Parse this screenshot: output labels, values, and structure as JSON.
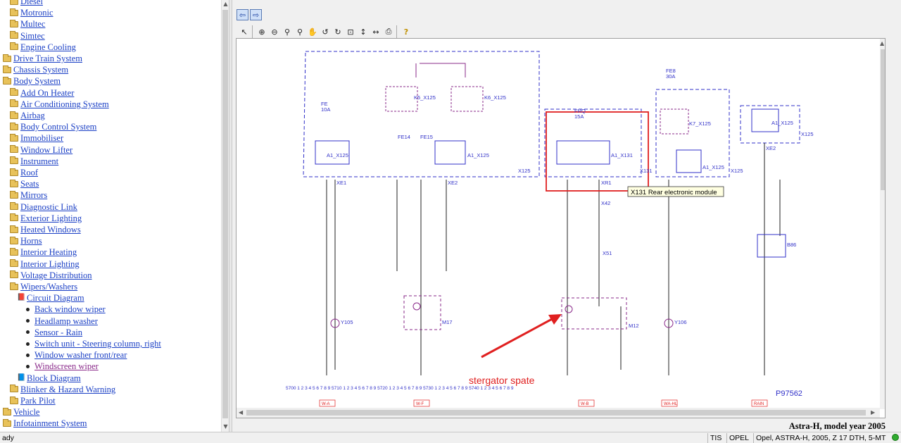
{
  "tree": {
    "items": [
      {
        "label": "Diesel",
        "level": 1,
        "icon": "folder"
      },
      {
        "label": "Motronic",
        "level": 1,
        "icon": "folder"
      },
      {
        "label": "Multec",
        "level": 1,
        "icon": "folder"
      },
      {
        "label": "Simtec",
        "level": 1,
        "icon": "folder"
      },
      {
        "label": "Engine Cooling",
        "level": 1,
        "icon": "folder"
      },
      {
        "label": "Drive Train System",
        "level": 0,
        "icon": "folder"
      },
      {
        "label": "Chassis System",
        "level": 0,
        "icon": "folder"
      },
      {
        "label": "Body System",
        "level": 0,
        "icon": "folder"
      },
      {
        "label": "Add On Heater",
        "level": 1,
        "icon": "folder"
      },
      {
        "label": "Air Conditioning System",
        "level": 1,
        "icon": "folder"
      },
      {
        "label": "Airbag",
        "level": 1,
        "icon": "folder"
      },
      {
        "label": "Body Control System",
        "level": 1,
        "icon": "folder"
      },
      {
        "label": "Immobiliser",
        "level": 1,
        "icon": "folder"
      },
      {
        "label": "Window Lifter",
        "level": 1,
        "icon": "folder"
      },
      {
        "label": "Instrument",
        "level": 1,
        "icon": "folder"
      },
      {
        "label": "Roof",
        "level": 1,
        "icon": "folder"
      },
      {
        "label": "Seats",
        "level": 1,
        "icon": "folder"
      },
      {
        "label": "Mirrors",
        "level": 1,
        "icon": "folder"
      },
      {
        "label": "Diagnostic Link",
        "level": 1,
        "icon": "folder"
      },
      {
        "label": "Exterior Lighting",
        "level": 1,
        "icon": "folder"
      },
      {
        "label": "Heated Windows",
        "level": 1,
        "icon": "folder"
      },
      {
        "label": "Horns",
        "level": 1,
        "icon": "folder"
      },
      {
        "label": "Interior Heating",
        "level": 1,
        "icon": "folder"
      },
      {
        "label": "Interior Lighting",
        "level": 1,
        "icon": "folder"
      },
      {
        "label": "Voltage Distribution",
        "level": 1,
        "icon": "folder"
      },
      {
        "label": "Wipers/Washers",
        "level": 1,
        "icon": "folder"
      },
      {
        "label": "Circuit Diagram",
        "level": 2,
        "icon": "book-red"
      },
      {
        "label": "Back window wiper",
        "level": 3,
        "icon": "bullet"
      },
      {
        "label": "Headlamp washer",
        "level": 3,
        "icon": "bullet"
      },
      {
        "label": "Sensor - Rain",
        "level": 3,
        "icon": "bullet"
      },
      {
        "label": "Switch unit - Steering column, right",
        "level": 3,
        "icon": "bullet"
      },
      {
        "label": "Window washer front/rear",
        "level": 3,
        "icon": "bullet"
      },
      {
        "label": "Windscreen wiper",
        "level": 3,
        "icon": "bullet",
        "visited": true
      },
      {
        "label": "Block Diagram",
        "level": 2,
        "icon": "book"
      },
      {
        "label": "Blinker & Hazard Warning",
        "level": 1,
        "icon": "folder"
      },
      {
        "label": "Park Pilot",
        "level": 1,
        "icon": "folder"
      },
      {
        "label": "Vehicle",
        "level": 0,
        "icon": "folder"
      },
      {
        "label": "Infotainment System",
        "level": 0,
        "icon": "folder"
      }
    ]
  },
  "nav": {
    "back_icon": "back-arrow-icon",
    "forward_icon": "forward-arrow-icon"
  },
  "toolbar": [
    {
      "name": "pointer-tool-icon",
      "glyph": "↖"
    },
    {
      "name": "zoom-in-icon",
      "glyph": "⊕"
    },
    {
      "name": "zoom-out-icon",
      "glyph": "⊖"
    },
    {
      "name": "zoom-area-icon",
      "glyph": "⚲"
    },
    {
      "name": "zoom-window-icon",
      "glyph": "⚲"
    },
    {
      "name": "pan-hand-icon",
      "glyph": "✋"
    },
    {
      "name": "rotate-left-icon",
      "glyph": "↺"
    },
    {
      "name": "rotate-right-icon",
      "glyph": "↻"
    },
    {
      "name": "fit-page-icon",
      "glyph": "⊡"
    },
    {
      "name": "fit-height-icon",
      "glyph": "↕"
    },
    {
      "name": "fit-width-icon",
      "glyph": "↔"
    },
    {
      "name": "print-icon",
      "glyph": "⎙"
    },
    {
      "name": "help-icon",
      "glyph": "?"
    }
  ],
  "diagram": {
    "tooltip": "X131 Rear electronic module",
    "annotation": "stergator spate",
    "page_code": "P97562",
    "labels": {
      "a1_x125_left": "A1_X125",
      "a1_x125_mid": "A1_X125",
      "a1_x131": "A1_X131",
      "a1_x125_r1": "A1_X125",
      "a1_x125_r2": "A1_X125",
      "x125_1": "X125",
      "x125_2": "X125",
      "x125_3": "X125",
      "x131": "X131",
      "k5": "K5_X125",
      "k6": "K6_X125",
      "k7": "K7_X125",
      "fe14": "FE14",
      "fe15": "FE15",
      "xe1": "XE1",
      "xe2": "XE2",
      "xe2b": "XE2",
      "xr1": "XR1",
      "x42": "X42",
      "x51": "X51",
      "y105": "Y105",
      "y106": "Y106",
      "m17": "M17",
      "m12": "M12",
      "b86": "B86",
      "fuse_fe": "FE",
      "fuse_10a": "10A",
      "fuse_fr": "FRQ",
      "fuse_15a": "15A",
      "fuse_fb": "FE8",
      "fuse_30a": "30A"
    },
    "footer_labels": [
      "W-A",
      "W-F",
      "W-B",
      "WA-HL",
      "RAIN"
    ],
    "scale_text": "5700  1  2  3  4  5  6  7  8  9  5710  1  2  3  4  5  6  7  8  9  5720  1  2  3  4  5  6  7  8  9  5730  1  2  3  4  5  6  7  8  9  5740  1  2  3  4  5  6  7  8  9",
    "colors": {
      "blue": "#3030c8",
      "purple": "#8a2a8a",
      "red": "#e02020",
      "black": "#222"
    }
  },
  "caption": "Astra-H, model year 2005",
  "statusbar": {
    "left": "ady",
    "tis": "TIS",
    "brand": "OPEL",
    "vehicle": "Opel, ASTRA-H, 2005, Z 17 DTH, 5-MT"
  }
}
